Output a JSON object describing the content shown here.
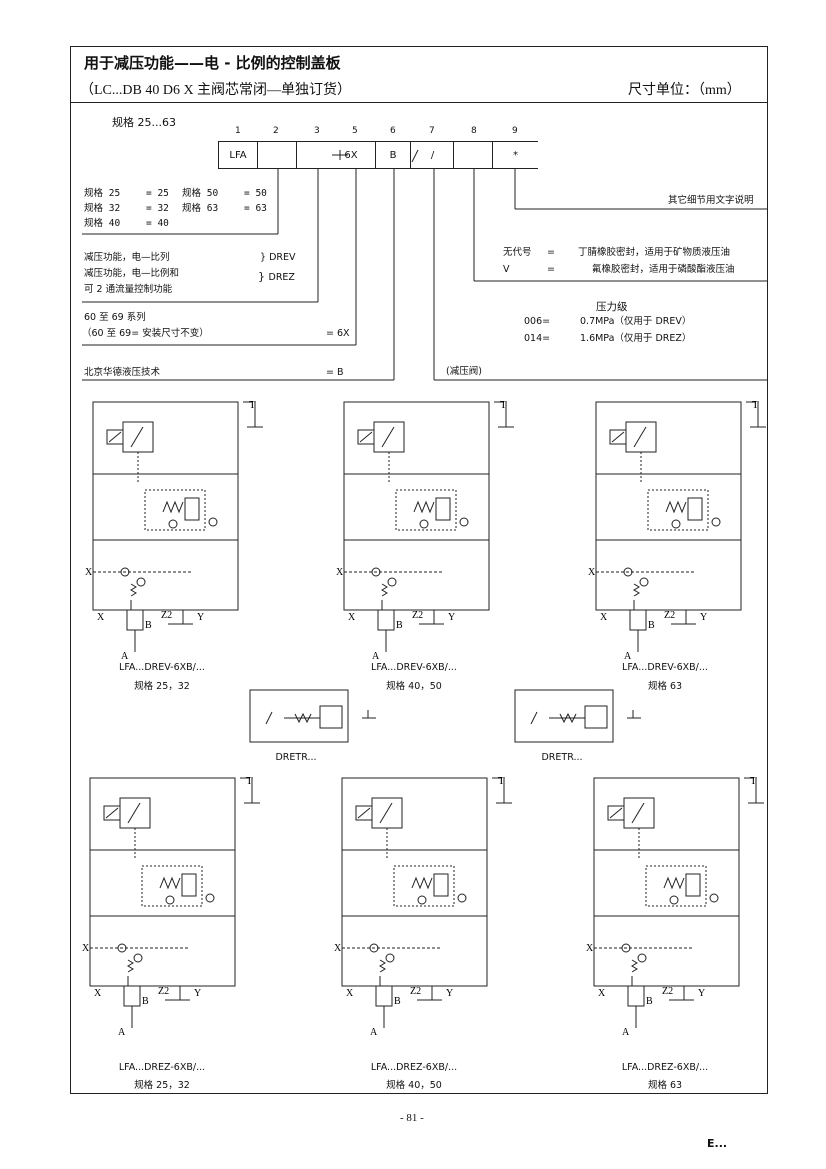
{
  "header": {
    "title": "用于减压功能——电 - 比例的控制盖板",
    "subtitle": "（LC...DB 40 D6 X 主阀芯常闭—单独订货）",
    "units": "尺寸单位：（mm）"
  },
  "code": {
    "size_label": "规格 25...63",
    "positions": [
      "1",
      "2",
      "3",
      "5",
      "6",
      "7",
      "8",
      "9"
    ],
    "cells": [
      "LFA",
      "",
      "6X",
      "B",
      "/",
      "",
      "*"
    ]
  },
  "legend": {
    "sizes": [
      {
        "a": "规格 25",
        "b": "= 25",
        "c": "规格 50",
        "d": "= 50"
      },
      {
        "a": "规格 32",
        "b": "= 32",
        "c": "规格 63",
        "d": "= 63"
      },
      {
        "a": "规格 40",
        "b": "= 40",
        "c": "",
        "d": ""
      }
    ],
    "func1": "减压功能，电—比列",
    "func1_code": "DREV",
    "func2a": "减压功能，电—比例和",
    "func2b": "可 2 通流量控制功能",
    "func2_code": "DREZ",
    "series_a": "60 至 69 系列",
    "series_b": "（60 至 69= 安装尺寸不变）",
    "series_code": "= 6X",
    "maker": "北京华德液压技术",
    "maker_code": "= B",
    "other": "其它细节用文字说明",
    "seal1_code": "无代号",
    "seal1_eq": "=",
    "seal1_text": "丁腈橡胶密封，适用于矿物质液压油",
    "seal2_code": "V",
    "seal2_eq": "=",
    "seal2_text": "氟橡胶密封，适用于磷酸酯液压油",
    "pressure_title": "压力级",
    "p1_code": "006=",
    "p1_text": "0.7MPa（仅用于 DREV）",
    "p2_code": "014=",
    "p2_text": "1.6MPa（仅用于 DREZ）",
    "valve": "(减压阀)"
  },
  "diagrams": {
    "row1": [
      {
        "model": "LFA...DREV-6XB/...",
        "size": "规格 25，32"
      },
      {
        "model": "LFA...DREV-6XB/...",
        "size": "规格 40，50"
      },
      {
        "model": "LFA...DREV-6XB/...",
        "size": "规格 63"
      }
    ],
    "dretr": [
      "DRETR...",
      "DRETR..."
    ],
    "row3": [
      {
        "model": "LFA...DREZ-6XB/...",
        "size": "规格 25，32"
      },
      {
        "model": "LFA...DREZ-6XB/...",
        "size": "规格 40，50"
      },
      {
        "model": "LFA...DREZ-6XB/...",
        "size": "规格 63"
      }
    ]
  },
  "footer": {
    "page": "- 81 -",
    "mark": "E..."
  }
}
